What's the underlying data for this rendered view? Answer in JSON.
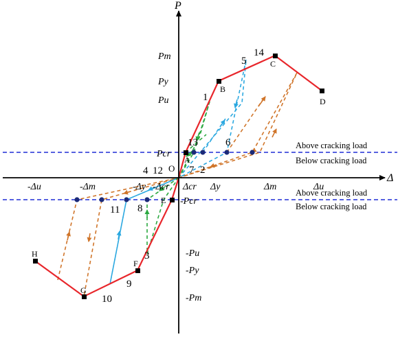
{
  "axes": {
    "x_label": "Δ",
    "y_label": "P",
    "x_ticks": [
      "-Δu",
      "-Δm",
      "-Δy",
      "-Δcr",
      "Δcr",
      "Δy",
      "Δm",
      "Δu"
    ],
    "y_ticks": [
      "Pm",
      "Py",
      "Pu",
      "Pcr",
      "-Pcr",
      "-Pu",
      "-Py",
      "-Pm"
    ],
    "origin": "O"
  },
  "boundary_notes": {
    "upper_above": "Above cracking load",
    "upper_below": "Below cracking load",
    "lower_above": "Above cracking load",
    "lower_below": "Below cracking load"
  },
  "skeleton_points": [
    "A",
    "B",
    "C",
    "D",
    "E",
    "F",
    "G",
    "H"
  ],
  "step_labels": [
    "1",
    "2",
    "3",
    "4",
    "5",
    "6",
    "7",
    "8",
    "9",
    "10",
    "11",
    "12",
    "13",
    "14"
  ],
  "colors": {
    "skeleton": "#e8262b",
    "boundary": "#1f2bd6",
    "loop_green": "#2aa83f",
    "loop_blue": "#2ba8e0",
    "loop_orange": "#d0752a",
    "marker_dot": "#1b2a78",
    "axis": "#000000"
  }
}
